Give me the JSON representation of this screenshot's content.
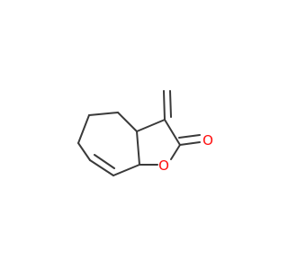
{
  "molecule": {
    "atoms": [
      {
        "id": "O_ring",
        "label": "O",
        "color": "#ff0d0d"
      },
      {
        "id": "O_carbonyl",
        "label": "O",
        "color": "#ff0d0d"
      }
    ],
    "colors": {
      "bond": "#3a3a3a",
      "oxygen": "#ff0d0d",
      "background": "#ffffff"
    }
  }
}
